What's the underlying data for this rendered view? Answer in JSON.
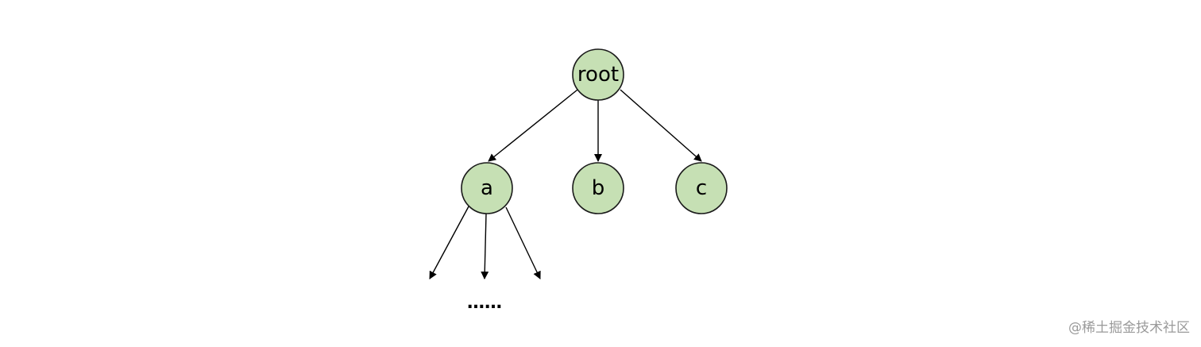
{
  "diagram": {
    "nodes": [
      {
        "id": "root",
        "label": "root"
      },
      {
        "id": "a",
        "label": "a"
      },
      {
        "id": "b",
        "label": "b"
      },
      {
        "id": "c",
        "label": "c"
      }
    ],
    "edges": [
      {
        "from": "root",
        "to": "a"
      },
      {
        "from": "root",
        "to": "b"
      },
      {
        "from": "root",
        "to": "c"
      },
      {
        "from": "a",
        "to": "child-1"
      },
      {
        "from": "a",
        "to": "child-2"
      },
      {
        "from": "a",
        "to": "child-3"
      }
    ],
    "continuation": "……",
    "colors": {
      "node_fill": "#c6e0b4",
      "node_stroke": "#1a1a1a",
      "edge": "#000000",
      "watermark": "#9a9a9a"
    }
  },
  "watermark": "@稀土掘金技术社区"
}
